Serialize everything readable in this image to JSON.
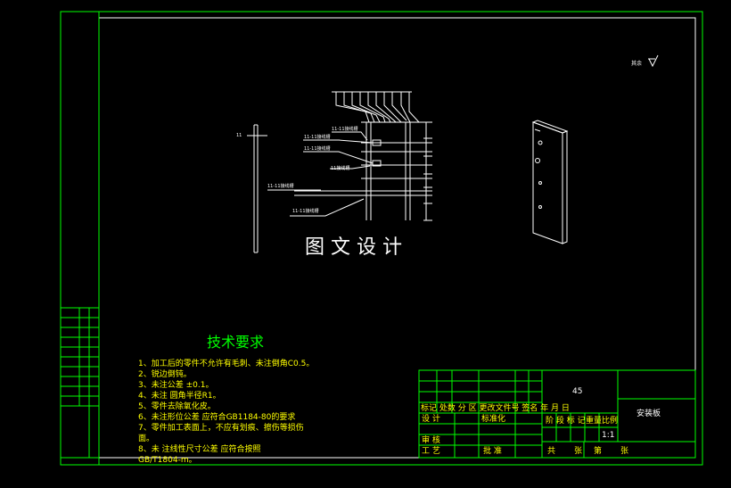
{
  "watermark": "图 文 设 计",
  "roughness_symbol": "其余",
  "tech_requirements": {
    "title": "技术要求",
    "items": [
      "1、加工后的零件不允许有毛刺、未注倒角C0.5。",
      "2、锐边倒钝。",
      "3、未注公差 ±0.1。",
      "4、未注  圆角半径R1。",
      "5、零件去除氧化皮。",
      "6、未注形位公差  应符合GB1184-80的要求",
      "7、零件加工表面上，不应有划痕、擦伤等损伤",
      "面。",
      "8、未  注线性尺寸公差  应符合按照",
      "GB/T1804-m。"
    ]
  },
  "title_block": {
    "header_row": "标记 处数  分  区 更改文件号  签名 年 月 日",
    "design": "设 计",
    "standardization": "标准化",
    "stage_mark": "阶 段 标 记",
    "weight": "重量",
    "scale": "比例",
    "review": "审 核",
    "process": "工 艺",
    "approve": "批 准",
    "total": "共",
    "sheets": "张",
    "sheet_no": "第",
    "sheet": "张",
    "part_code": "45",
    "part_name": "安装板",
    "scale_value": "1:1"
  },
  "annotations": {
    "left_part_label": "11",
    "callouts": [
      "11-11接线槽",
      "11-11接线槽",
      "11接线槽",
      "11-11接线槽",
      "11-11接线槽",
      "11-11接线槽"
    ]
  },
  "colors": {
    "frame": "#00ff00",
    "inner_border": "#ffffff",
    "text_green": "#00ff00",
    "text_yellow": "#ffff00",
    "line_white": "#ffffff"
  }
}
